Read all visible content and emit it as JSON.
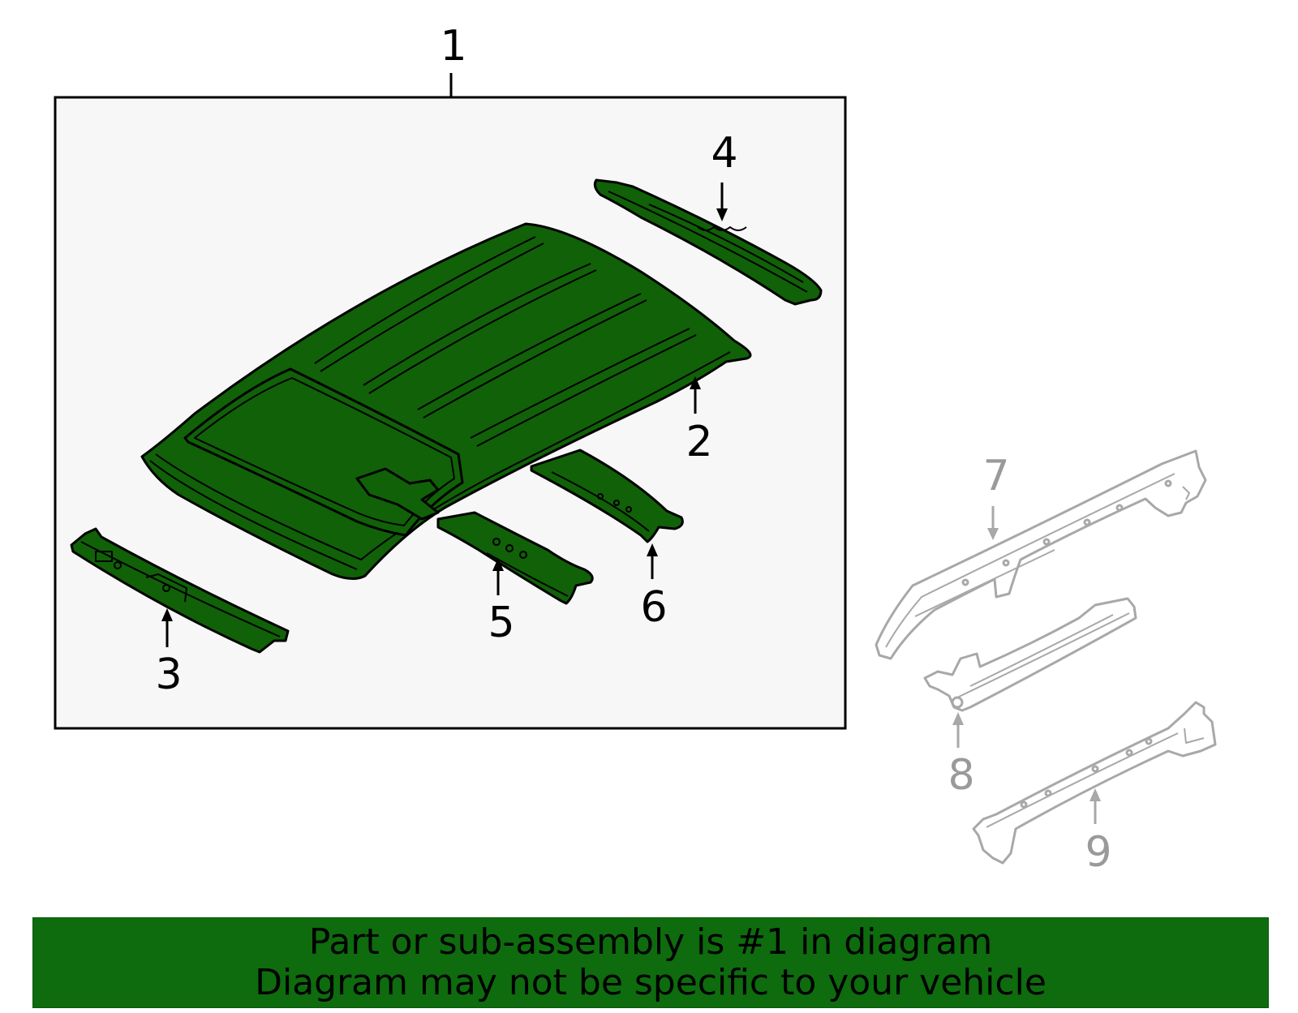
{
  "colors": {
    "highlight_fill": "#106108",
    "outline": "#000000",
    "muted_outline": "#a8a8a8",
    "muted_label": "#9a9a9a",
    "panel_fill": "#f7f7f7",
    "banner_fill": "#0e6b0e"
  },
  "callouts": {
    "c1": "1",
    "c2": "2",
    "c3": "3",
    "c4": "4",
    "c5": "5",
    "c6": "6",
    "c7": "7",
    "c8": "8",
    "c9": "9"
  },
  "banner": {
    "line1": "Part or sub-assembly is #1 in diagram",
    "line2": "Diagram may not be specific to your vehicle"
  }
}
